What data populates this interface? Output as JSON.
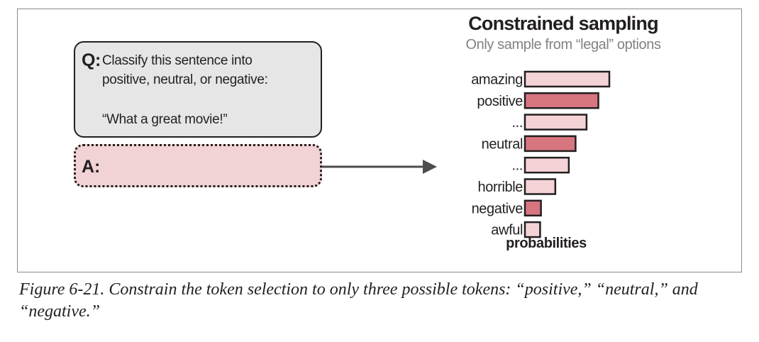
{
  "question": {
    "prefix": "Q:",
    "line1": "Classify this sentence into",
    "line2": "positive, neutral, or negative:",
    "line3": "“What a great movie!”"
  },
  "answer": {
    "prefix": "A:"
  },
  "colors": {
    "legal_fill": "#d87680",
    "other_fill": "#f4d3d6",
    "stroke": "#231f20",
    "answer_fill": "#f2d3d5",
    "question_fill": "#e6e6e6"
  },
  "chart_data": {
    "type": "bar",
    "orientation": "horizontal",
    "title": "Constrained sampling",
    "subtitle": "Only sample from “legal” options",
    "xlabel": "probabilities",
    "ylabel": "",
    "categories": [
      "amazing",
      "positive",
      "...",
      "neutral",
      "...",
      "horrible",
      "negative",
      "awful"
    ],
    "values": [
      1.0,
      0.87,
      0.73,
      0.6,
      0.52,
      0.36,
      0.19,
      0.18
    ],
    "legal": [
      false,
      true,
      false,
      true,
      false,
      false,
      true,
      false
    ],
    "xlim": [
      0,
      1
    ],
    "grid": false,
    "legend": "none"
  },
  "caption": "Figure 6-21. Constrain the token selection to only three possible tokens: “positive,” “neutral,” and “negative.”"
}
